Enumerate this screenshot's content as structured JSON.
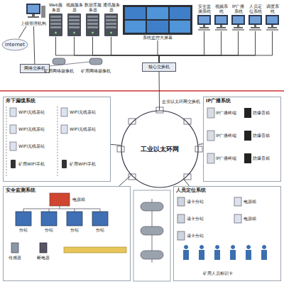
{
  "diagram": {
    "nodes": [
      {
        "text": [
          "Internet"
        ]
      },
      {
        "text": [
          "上级管理机构"
        ]
      },
      {
        "text": [
          "网络交换机"
        ]
      },
      {
        "text": [
          "Web服务器"
        ]
      },
      {
        "text": [
          "视频服务器"
        ]
      },
      {
        "text": [
          "数据库服务器"
        ]
      },
      {
        "text": [
          "通讯服务器"
        ]
      },
      {
        "text": [
          "系统监控大屏幕"
        ]
      },
      {
        "text": [
          "安全监测系统"
        ]
      },
      {
        "text": [
          "视频系统"
        ]
      },
      {
        "text": [
          "IP广播系统"
        ]
      },
      {
        "text": [
          "人员定位系统"
        ]
      },
      {
        "text": [
          "调度系统"
        ]
      },
      {
        "text": [
          "核心交换机"
        ]
      },
      {
        "text": [
          "工业以太环网"
        ]
      },
      {
        "text": [
          "井下漏缆系统"
        ]
      },
      {
        "text": [
          "IP广播系统"
        ]
      },
      {
        "text": [
          "安全监测系统"
        ]
      },
      {
        "text": [
          "人员定位系统"
        ]
      }
    ],
    "edges": [
      {
        "from": 0,
        "to": 1,
        "arrow": "none"
      },
      {
        "from": 1,
        "to": 2,
        "arrow": "none"
      },
      {
        "from": 3,
        "to": 13,
        "arrow": "none"
      },
      {
        "from": 4,
        "to": 13,
        "arrow": "none"
      },
      {
        "from": 5,
        "to": 13,
        "arrow": "none"
      },
      {
        "from": 6,
        "to": 13,
        "arrow": "none"
      },
      {
        "from": 7,
        "to": 13,
        "arrow": "none"
      },
      {
        "from": 8,
        "to": 13,
        "arrow": "none"
      },
      {
        "from": 9,
        "to": 13,
        "arrow": "none"
      },
      {
        "from": 10,
        "to": 13,
        "arrow": "none"
      },
      {
        "from": 11,
        "to": 13,
        "arrow": "none"
      },
      {
        "from": 12,
        "to": 13,
        "arrow": "none"
      },
      {
        "from": 13,
        "to": 14,
        "arrow": "none"
      },
      {
        "from": 14,
        "to": 15,
        "arrow": "none"
      },
      {
        "from": 14,
        "to": 16,
        "arrow": "none"
      },
      {
        "from": 14,
        "to": 17,
        "arrow": "none"
      },
      {
        "from": 14,
        "to": 18,
        "arrow": "none"
      }
    ],
    "labels": [
      "矿用网络摄像机",
      "矿用网络摄像机",
      "企业以太环网交换机",
      "WIFI无线基站",
      "WIFI无线基站",
      "WIFI无线基站",
      "WIFI无线基站",
      "WIFI无线基站",
      "矿用WIFI手机",
      "矿用WIFI手机",
      "IP广播终端",
      "IP广播终端",
      "IP广播终端",
      "防爆音箱",
      "防爆音箱",
      "防爆音箱",
      "电源箱",
      "分站",
      "分站",
      "分站",
      "分站",
      "传感器",
      "断电器",
      "读卡分站",
      "读卡分站",
      "读卡分站",
      "电源箱",
      "电源箱",
      "矿用人员标识卡"
    ]
  }
}
